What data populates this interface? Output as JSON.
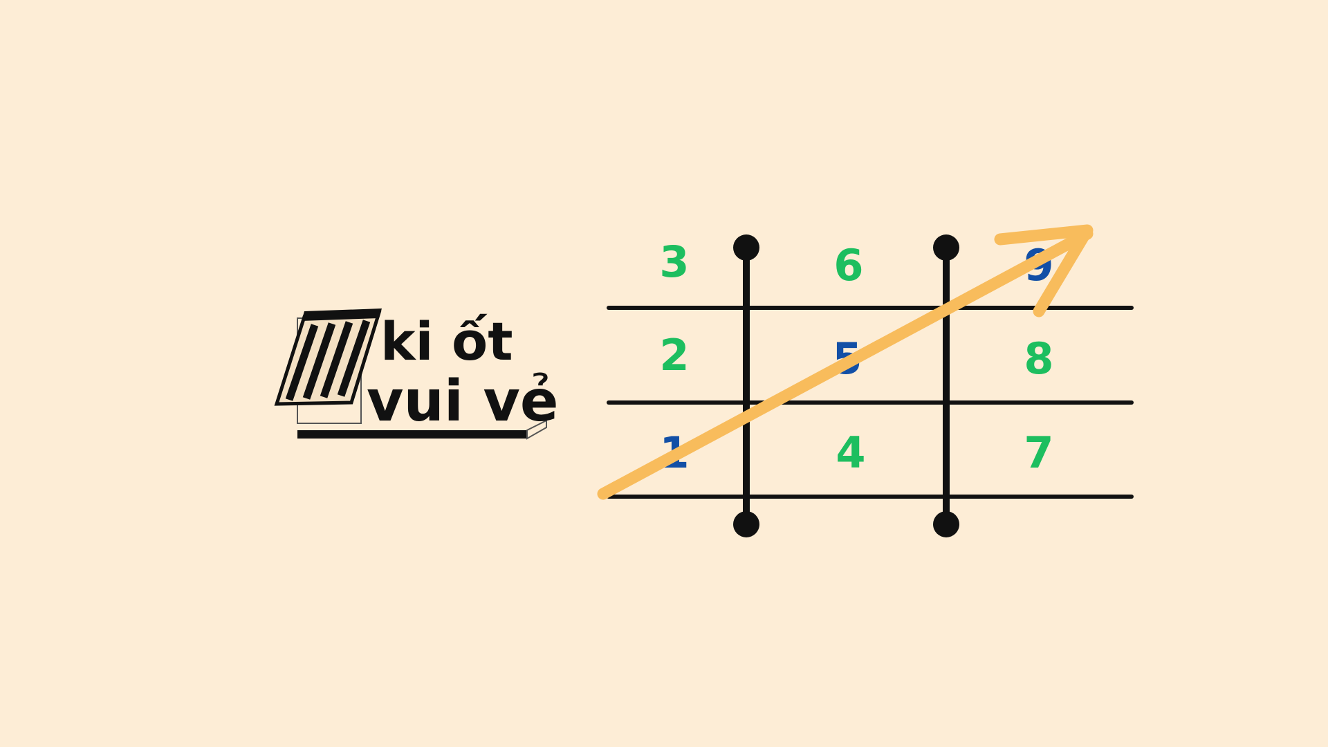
{
  "logo": {
    "line1": "ki ốt",
    "line2": "vui vẻ"
  },
  "colors": {
    "background": "#FDEDD6",
    "grid_lines": "#111111",
    "number_green": "#1DBE5F",
    "number_blue": "#124FA6",
    "arrow": "#F8BC5C"
  },
  "grid": {
    "cells": [
      {
        "id": "c3",
        "label": "3",
        "color": "green"
      },
      {
        "id": "c6",
        "label": "6",
        "color": "green"
      },
      {
        "id": "c9",
        "label": "9",
        "color": "blue"
      },
      {
        "id": "c2",
        "label": "2",
        "color": "green"
      },
      {
        "id": "c5",
        "label": "5",
        "color": "blue"
      },
      {
        "id": "c8",
        "label": "8",
        "color": "green"
      },
      {
        "id": "c1",
        "label": "1",
        "color": "blue"
      },
      {
        "id": "c4",
        "label": "4",
        "color": "green"
      },
      {
        "id": "c7",
        "label": "7",
        "color": "green"
      }
    ],
    "arrow_icon": "diagonal-up-right-arrow"
  }
}
